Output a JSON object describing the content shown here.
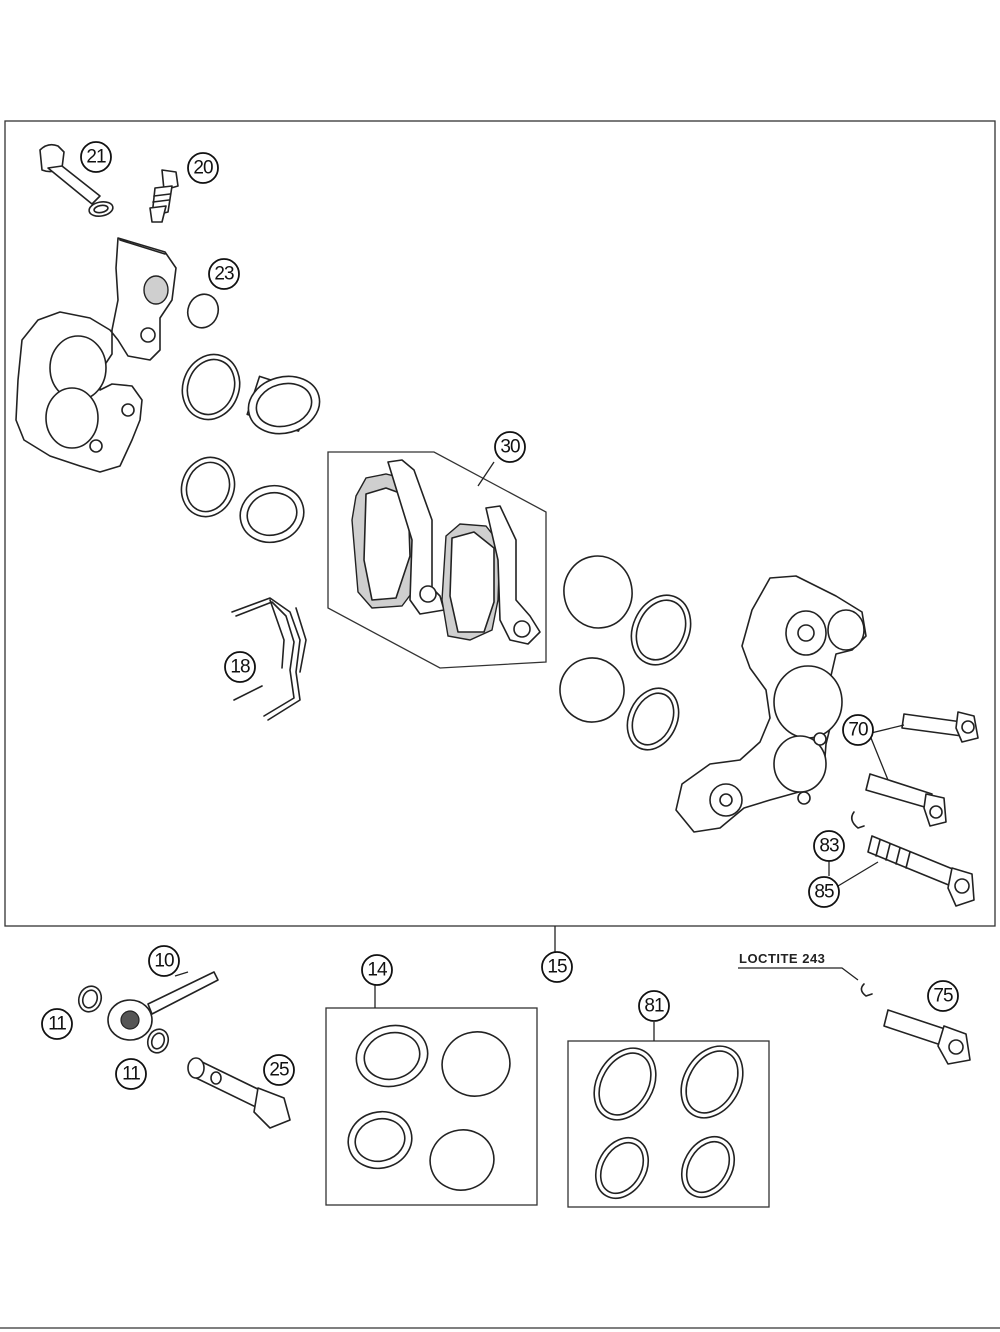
{
  "callouts": {
    "c21": "21",
    "c20": "20",
    "c23": "23",
    "c30": "30",
    "c18": "18",
    "c70": "70",
    "c83": "83",
    "c85": "85",
    "c10": "10",
    "c11a": "11",
    "c11b": "11",
    "c25": "25",
    "c14": "14",
    "c15": "15",
    "c81": "81",
    "c75": "75"
  },
  "notes": {
    "loctite": "LOCTITE 243"
  }
}
